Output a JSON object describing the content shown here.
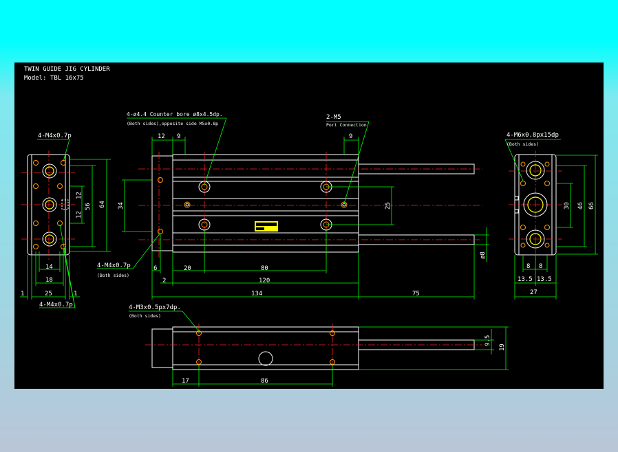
{
  "title": {
    "line1": "TWIN GUIDE JIG CYLINDER",
    "line2": "Model: TBL 16x75"
  },
  "notes": {
    "counterbore": "4-ø4.4 Counter bore ø8x4.5dp.",
    "counterbore_sub": "(Both sides),opposite side M5x0.8p",
    "port": "2-M5",
    "port_sub": "Port Connection",
    "left_top_holes": "4-M4x0.7p",
    "left_bottom_holes": "4-M4x0.7p",
    "front_holes": "4-M4x0.7p",
    "front_holes_sub": "(Both sides)",
    "right_holes": "4-M6x0.8px15dp",
    "right_holes_sub": "(Both sides)",
    "bottom_holes": "4-M3x0.5px7dp.",
    "bottom_holes_sub": "(Both sides)"
  },
  "dims": {
    "left": {
      "d56": "56",
      "d64": "64",
      "d12a": "12",
      "d12b": "12",
      "d14": "14",
      "d18": "18",
      "d25": "25",
      "d1a": "1",
      "d1b": "1"
    },
    "front": {
      "d12": "12",
      "d9a": "9",
      "d9b": "9",
      "d34": "34",
      "d25": "25",
      "d8": "ø8",
      "d6": "6",
      "d20": "20",
      "d80": "80",
      "d2": "2",
      "d120": "120",
      "d134": "134",
      "d75": "75"
    },
    "right": {
      "d30": "30",
      "d46": "46",
      "d66": "66",
      "d8a": "8",
      "d8b": "8",
      "d135a": "13.5",
      "d135b": "13.5",
      "d27": "27"
    },
    "bottom": {
      "d95": "9.5",
      "d19": "19",
      "d17": "17",
      "d86": "86"
    }
  },
  "colors": {
    "background": "#000000",
    "outline": "#ffffff",
    "dimension": "#00ff00",
    "centerline": "#ff2020",
    "label": "#ffff00"
  }
}
